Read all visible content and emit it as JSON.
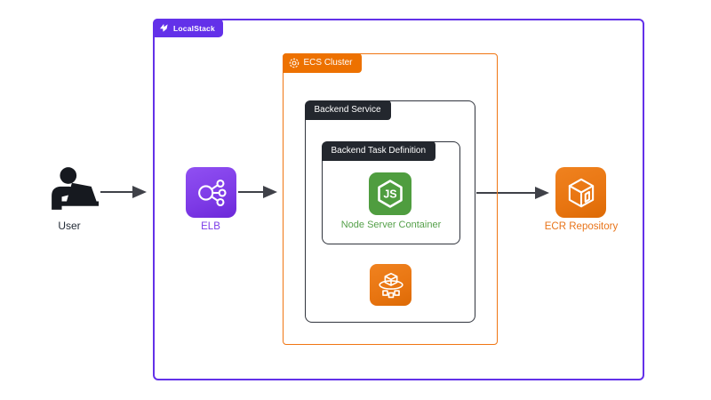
{
  "diagram": {
    "localstack": {
      "label": "LocalStack"
    },
    "ecs_cluster": {
      "label": "ECS Cluster"
    },
    "backend_service": {
      "label": "Backend Service"
    },
    "backend_task": {
      "label": "Backend Task Definition"
    },
    "node_container": {
      "label": "Node Server Container"
    },
    "node_logo_text": "JS",
    "user": {
      "label": "User"
    },
    "elb": {
      "label": "ELB"
    },
    "ecr": {
      "label": "ECR Repository"
    }
  },
  "colors": {
    "localstack_purple": "#6331e9",
    "aws_orange": "#ed7100",
    "orange_border": "#f07613",
    "elb_purple": "#7d3ae6",
    "node_green": "#4f9d3f",
    "dark_badge": "#23272e",
    "dark_border": "#30343d",
    "arrow": "#3f4148",
    "background": "#ffffff"
  }
}
